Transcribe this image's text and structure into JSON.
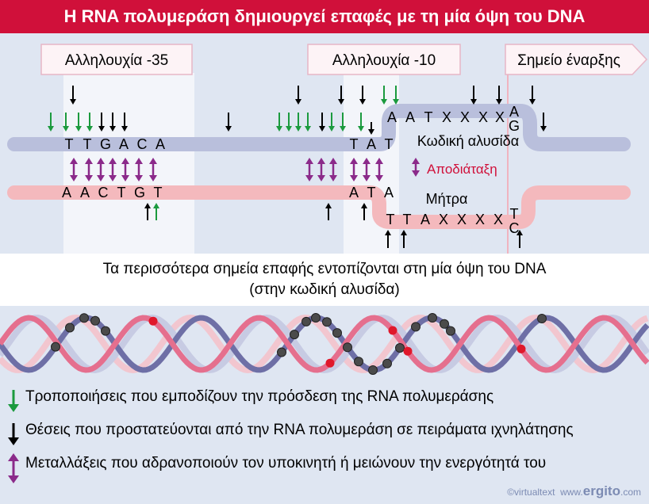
{
  "title": "Η RNA πολυμεράση δημιουργεί επαφές με τη μία όψη του DNA",
  "labels": {
    "box_35": "Αλληλουχία -35",
    "box_10": "Αλληλουχία -10",
    "start": "Σημείο έναρξης",
    "coding": "Κωδική αλυσίδα",
    "template": "Μήτρα",
    "melting": "Αποδιάταξη"
  },
  "sequences": {
    "top_35": [
      "T",
      "T",
      "G",
      "A",
      "C",
      "A"
    ],
    "bottom_35": [
      "A",
      "A",
      "C",
      "T",
      "G",
      "T"
    ],
    "top_10": [
      "T",
      "A",
      "T"
    ],
    "bottom_10": [
      "A",
      "T",
      "A"
    ],
    "top_open": [
      "A",
      "A",
      "T",
      "X",
      "X",
      "X",
      "X"
    ],
    "bottom_open": [
      "T",
      "T",
      "A",
      "X",
      "X",
      "X",
      "X"
    ],
    "start_top": "A",
    "start_top2": "G",
    "start_bottom": "T",
    "start_bottom2": "C"
  },
  "summary": {
    "line1": "Τα περισσότερα σημεία επαφής εντοπίζονται στη μία όψη του DNA",
    "line2": "(στην κωδική αλυσίδα)"
  },
  "legend": {
    "green": "Τροποποιήσεις που εμποδίζουν την πρόσδεση της RNA πολυμεράσης",
    "black": "Θέσεις που προστατεύονται από την RNA πολυμεράση σε πειράματα ιχνηλάτησης",
    "purple": "Μεταλλάξεις που αδρανοποιούν τον υποκινητή ή μειώνουν την ενεργότητά του"
  },
  "credit": {
    "copyright": "©virtualtext",
    "site_pre": "www.",
    "site_main": "ergito",
    "site_post": ".com"
  },
  "colors": {
    "title_bg": "#d0103a",
    "background": "#dfe6f2",
    "coding_strand": "#b9bfdc",
    "template_strand": "#f4b9bd",
    "green_arrow": "#1b9a3e",
    "purple_arrow": "#8b2a8a",
    "melting_text": "#d0103a"
  }
}
